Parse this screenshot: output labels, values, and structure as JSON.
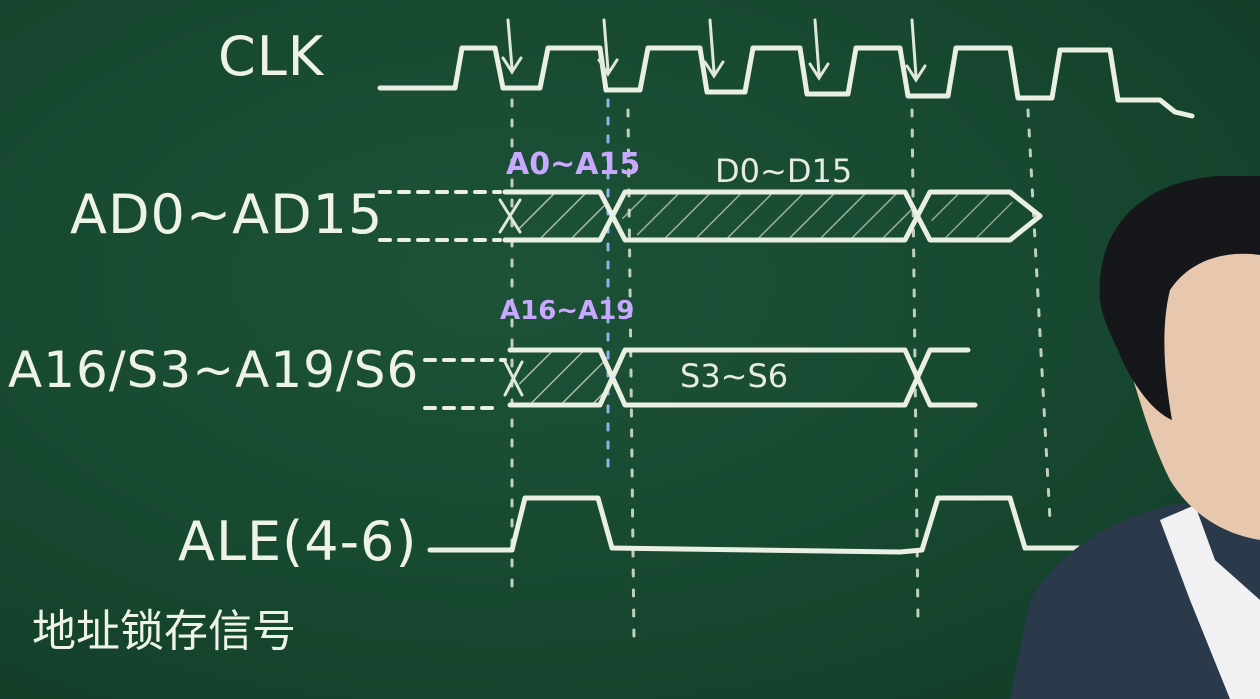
{
  "signals": {
    "clk": "CLK",
    "ad": "AD0~AD15",
    "as": "A16/S3~A19/S6",
    "ale": "ALE(4-6)"
  },
  "annotations": {
    "ad_address": "A0~A15",
    "ad_data": "D0~D15",
    "as_address": "A16~A19",
    "as_status": "S3~S6"
  },
  "caption": "地址锁存信号",
  "colors": {
    "board": "#184a32",
    "chalk": "#e9efe2",
    "highlight_purple": "#c9a8ff",
    "guide_blue": "#8fb5e6"
  }
}
